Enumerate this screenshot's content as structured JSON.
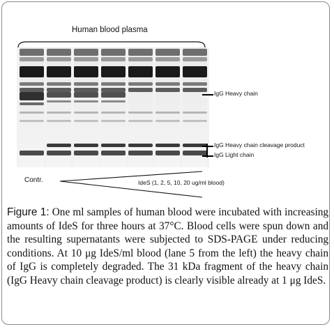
{
  "figure": {
    "plasma_label": "Human blood plasma",
    "lanes": [
      {
        "bands": [
          "stack",
          "heavy_strong",
          "light"
        ]
      },
      {
        "bands": [
          "stack",
          "heavy",
          "cleavage",
          "light"
        ]
      },
      {
        "bands": [
          "stack",
          "heavy",
          "cleavage",
          "light"
        ]
      },
      {
        "bands": [
          "stack",
          "heavy",
          "cleavage",
          "light"
        ]
      },
      {
        "bands": [
          "stack",
          "cleavage",
          "light"
        ]
      },
      {
        "bands": [
          "stack",
          "cleavage",
          "light"
        ]
      },
      {
        "bands": [
          "stack",
          "cleavage",
          "light"
        ]
      }
    ],
    "markers": {
      "heavy": "IgG Heavy chain",
      "cleavage": "IgG Heavy chain cleavage product",
      "light": "IgG Light chain"
    },
    "control_label": "Contr.",
    "ides_label": "IdeS (1, 2, 5, 10, 20 ug/ml blood)"
  },
  "caption": {
    "label": "Figure 1:",
    "text": "One ml samples of human blood were incubated with increasing amounts of IdeS for three hours at 37°C. Blood cells were spun down and the resulting supernatants were subjected to SDS-PAGE under reducing conditions. At 10 μg IdeS/ml blood (lane 5 from the left) the heavy chain of IgG is completely degraded. The 31 kDa fragment of the heavy chain (IgG Heavy chain cleavage product) is clearly visible already at 1 μg IdeS."
  }
}
